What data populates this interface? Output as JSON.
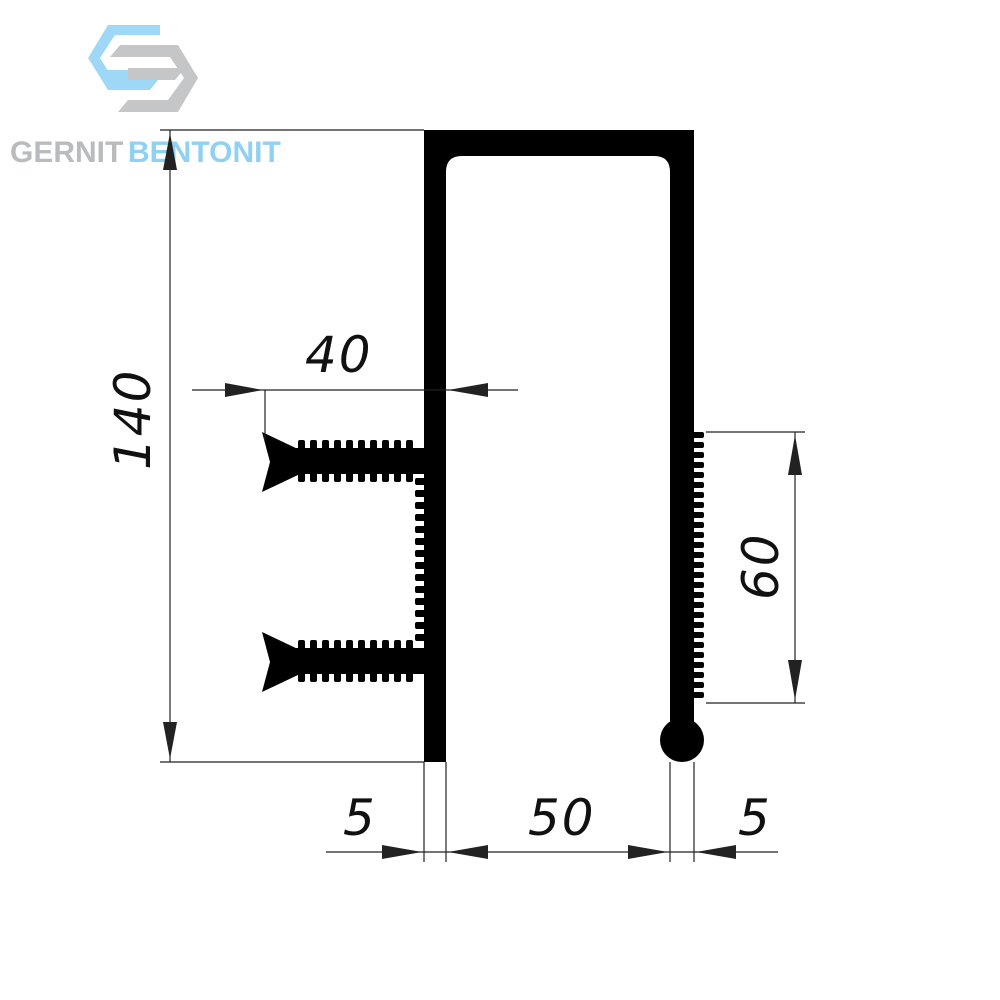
{
  "logo": {
    "word1": "GERNIT",
    "word2": "BENTONIT",
    "icon": "hexagon-s-logo-icon",
    "colors": {
      "word1": "#b9bcbe",
      "word2": "#8fd0f3",
      "mark_blue": "#9fd8f6",
      "mark_grey": "#c4c6c8"
    }
  },
  "dimensions": {
    "height_total": "140",
    "flange_length": "40",
    "ribbed_height": "60",
    "left_wall": "5",
    "gap_width": "50",
    "right_wall": "5"
  },
  "colors": {
    "profile": "#000000",
    "dim_line": "#222222",
    "background": "#ffffff"
  }
}
